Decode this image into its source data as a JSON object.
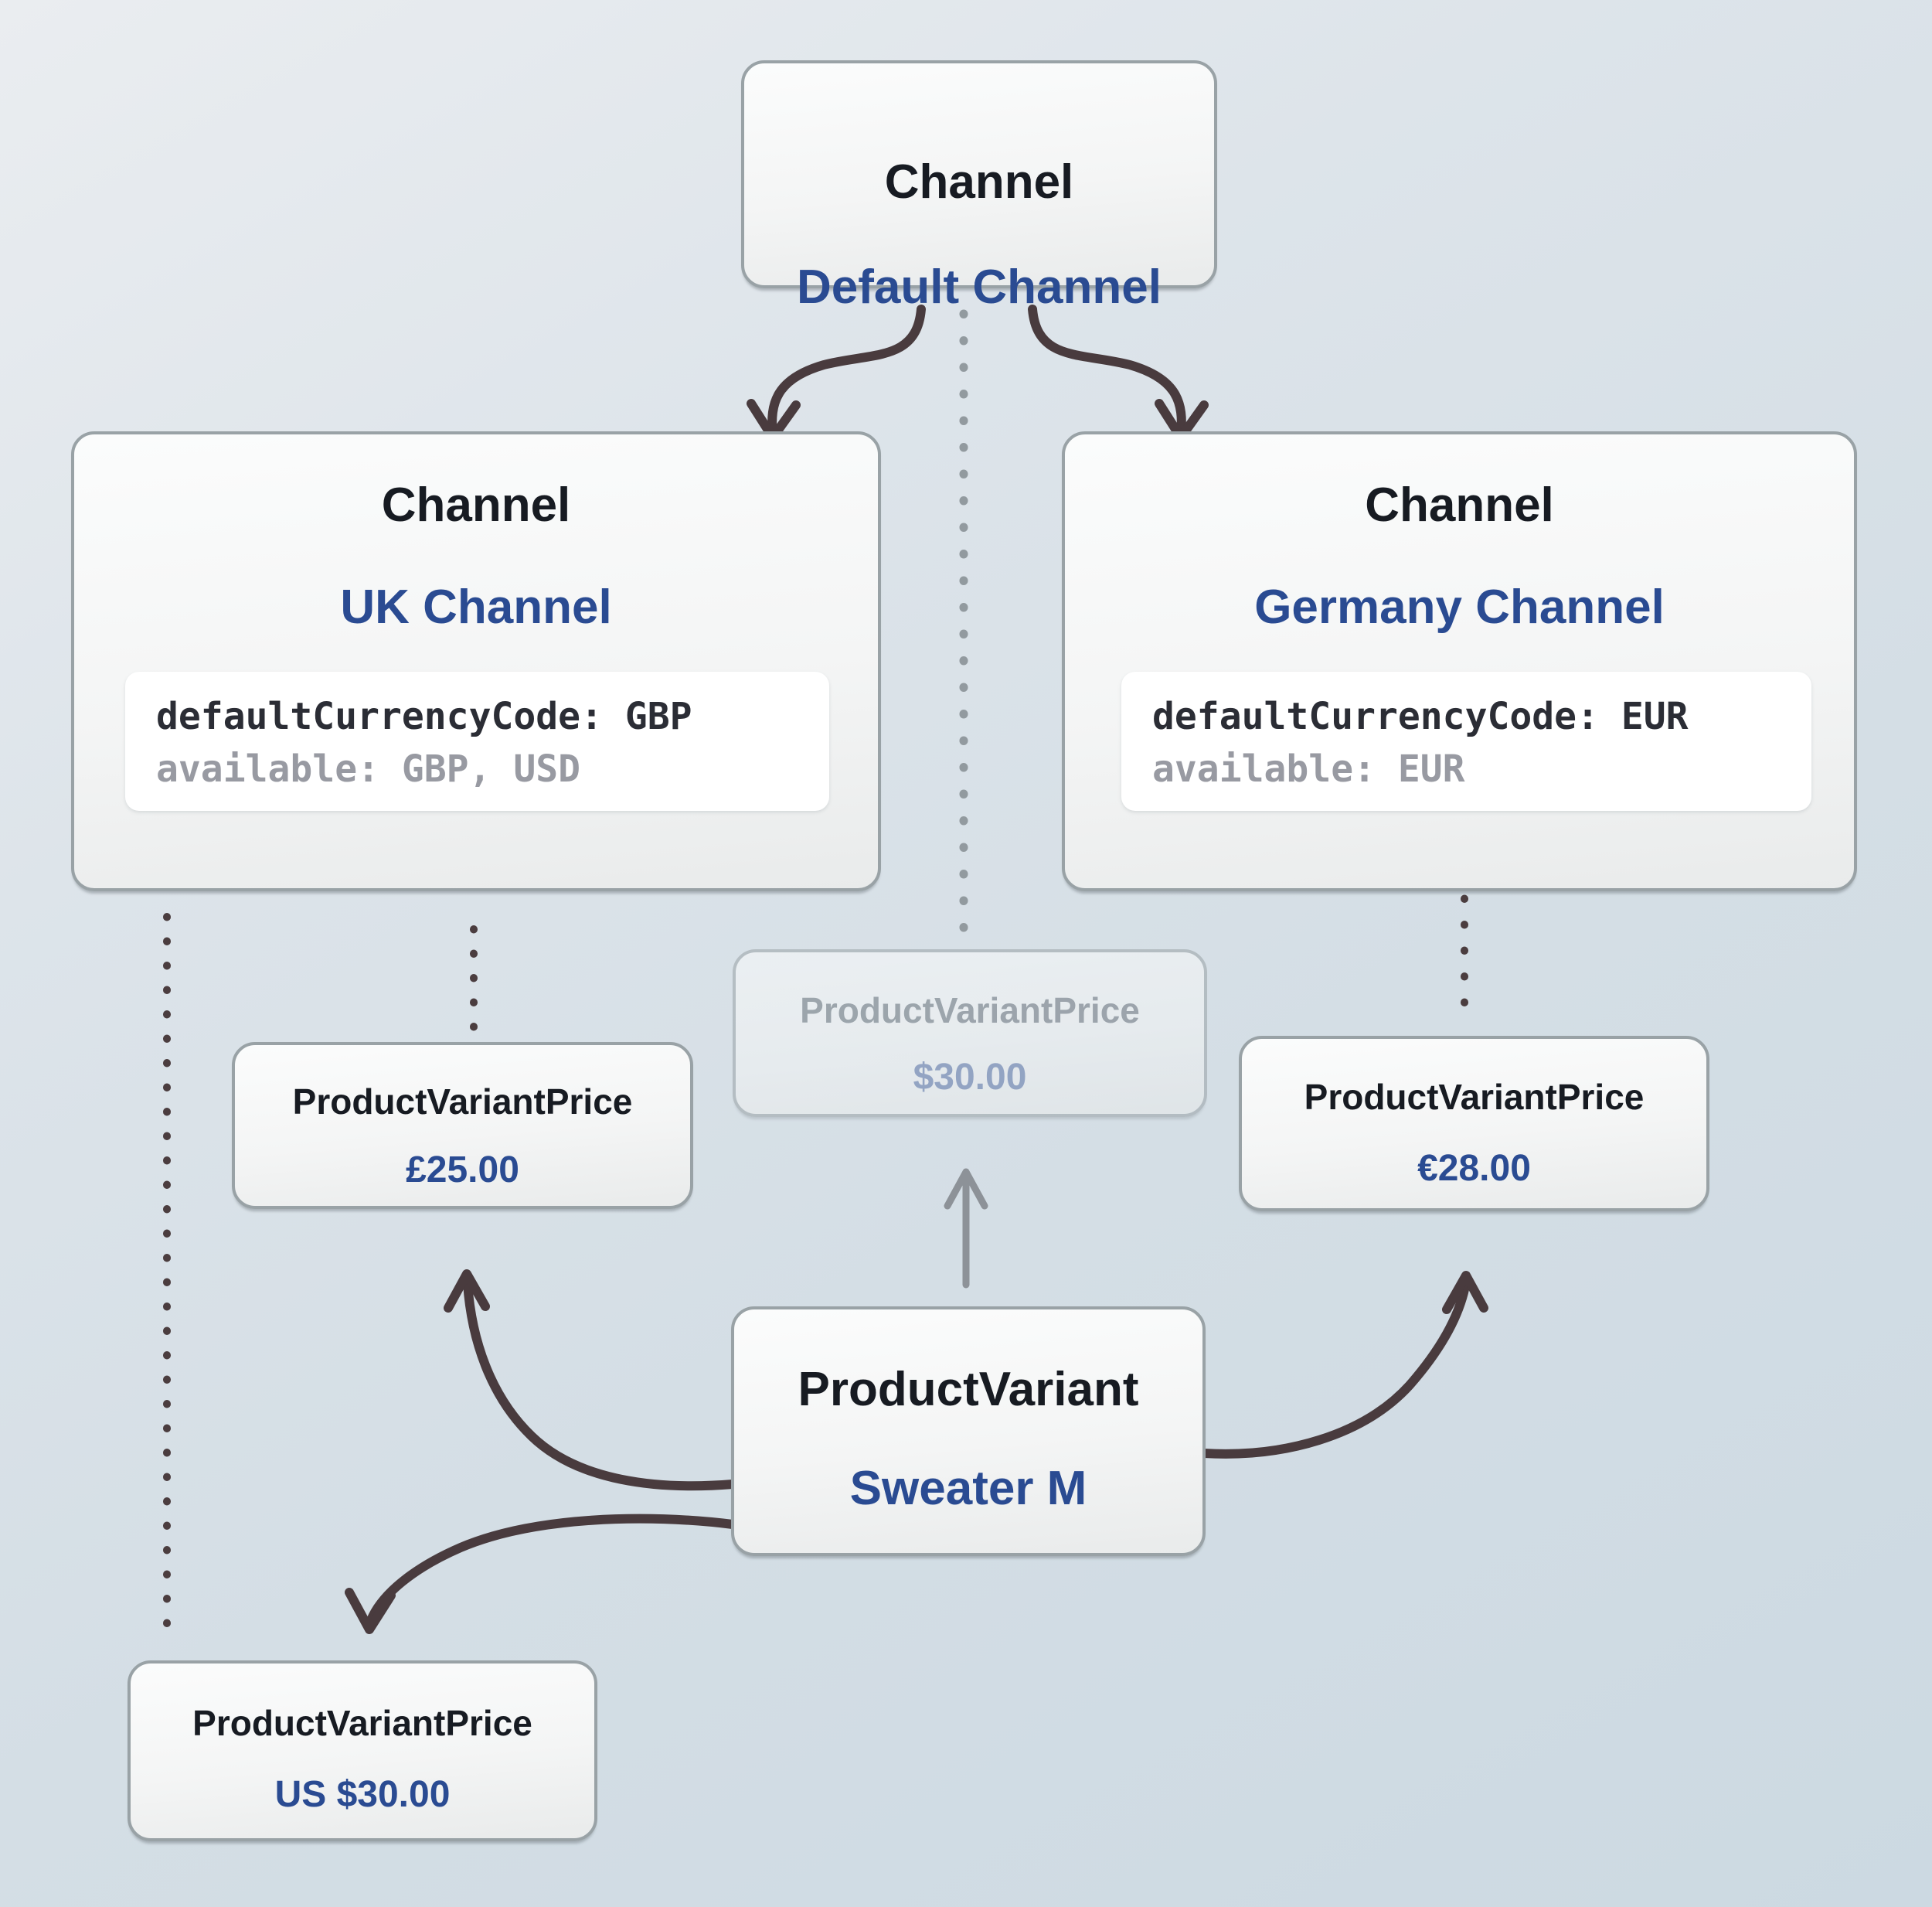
{
  "diagram_title": "Channel pricing diagram",
  "colors": {
    "accent_blue": "#2a4b92",
    "arrow_dark": "#493b3e",
    "arrow_gray": "#8d9298",
    "dot_gray": "#929a9f",
    "dot_dark": "#4b3d3f"
  },
  "nodes": {
    "default_channel": {
      "type_label": "Channel",
      "name": "Default Channel"
    },
    "uk_channel": {
      "type_label": "Channel",
      "name": "UK Channel",
      "code": {
        "line1": "defaultCurrencyCode: GBP",
        "line2": "available: GBP, USD"
      }
    },
    "germany_channel": {
      "type_label": "Channel",
      "name": "Germany Channel",
      "code": {
        "line1": "defaultCurrencyCode: EUR",
        "line2": "available: EUR"
      }
    },
    "default_price": {
      "type_label": "ProductVariantPrice",
      "value": "$30.00"
    },
    "uk_price": {
      "type_label": "ProductVariantPrice",
      "value": "£25.00"
    },
    "germany_price": {
      "type_label": "ProductVariantPrice",
      "value": "€28.00"
    },
    "us_price": {
      "type_label": "ProductVariantPrice",
      "value": "US $30.00"
    },
    "product_variant": {
      "type_label": "ProductVariant",
      "name": "Sweater M"
    }
  }
}
